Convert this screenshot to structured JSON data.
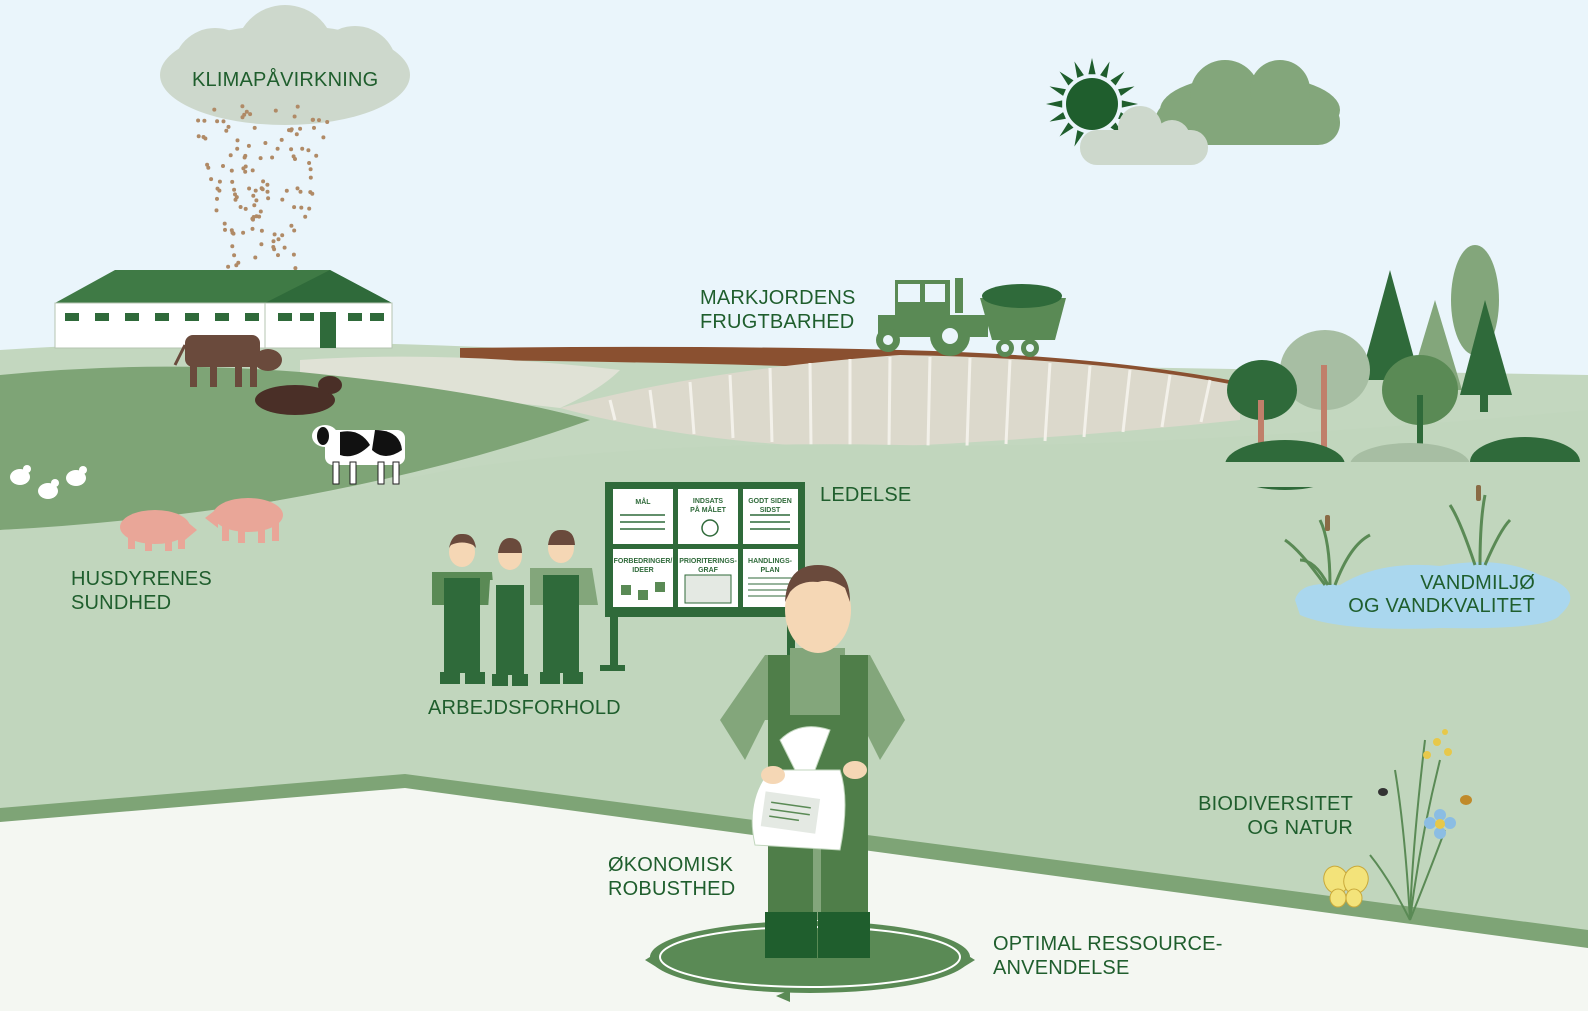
{
  "labels": {
    "klima": "KLIMAPÅVIRKNING",
    "markjord_1": "MARKJORDENS",
    "markjord_2": "FRUGTBARHED",
    "ledelse": "LEDELSE",
    "husdyr_1": "HUSDYRENES",
    "husdyr_2": "SUNDHED",
    "arbejd": "ARBEJDSFORHOLD",
    "vand_1": "VANDMILJØ",
    "vand_2": "OG VANDKVALITET",
    "bio_1": "BIODIVERSITET",
    "bio_2": "OG NATUR",
    "oko_1": "ØKONOMISK",
    "oko_2": "ROBUSTHED",
    "res_1": "OPTIMAL RESSOURCE-",
    "res_2": "ANVENDELSE"
  },
  "board": {
    "c1": "MÅL",
    "c2a": "INDSATS",
    "c2b": "PÅ MÅLET",
    "c3a": "GODT SIDEN",
    "c3b": "SIDST",
    "c4a": "FORBEDRINGER/",
    "c4b": "IDEER",
    "c5a": "PRIORITERINGS-",
    "c5b": "GRAF",
    "c6a": "HANDLINGS-",
    "c6b": "PLAN"
  },
  "colors": {
    "sky": "#eaf5fb",
    "dark_green": "#1f5e2d",
    "mid_green": "#7ea476",
    "light_green": "#c1d6bd",
    "cloud_grey": "#cdd8cc",
    "soil_brown": "#8a5030",
    "pig_pink": "#e9a698",
    "water_blue": "#aad7ee"
  }
}
